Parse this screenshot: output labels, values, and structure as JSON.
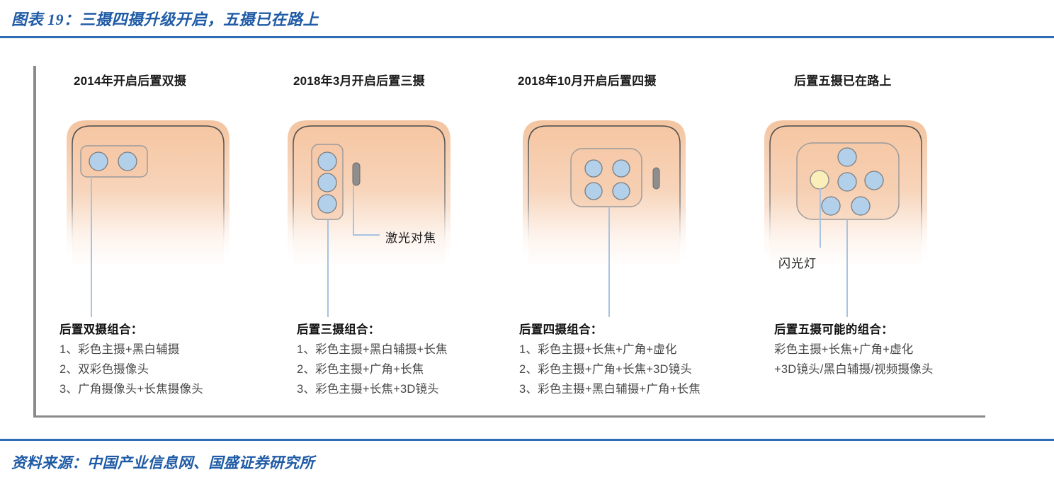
{
  "header": {
    "title": "图表 19：三摄四摄升级开启，五摄已在路上",
    "title_color": "#1F5BA6",
    "rule_color": "#2E6DB4"
  },
  "colors": {
    "phone_body_top": "#F6C9A8",
    "phone_outline": "#5B5B5B",
    "lens_blue": "#B3D0EA",
    "lens_outline": "#7A7A7A",
    "flash_yellow": "#FAEFB9",
    "leader_line": "#A8C2E0",
    "frame_gray": "#8A8A8A"
  },
  "columns": [
    {
      "heading": "2014年开启后置双摄",
      "module_layout": "horizontal-2",
      "lens_count": 2,
      "has_laser_sensor": false,
      "has_flash": false,
      "block": {
        "title": "后置双摄组合：",
        "lines": [
          "1、彩色主摄+黑白辅摄",
          "2、双彩色摄像头",
          "3、广角摄像头+长焦摄像头"
        ]
      }
    },
    {
      "heading": "2018年3月开启后置三摄",
      "module_layout": "vertical-3",
      "lens_count": 3,
      "has_laser_sensor": true,
      "has_flash": false,
      "callout": "激光对焦",
      "block": {
        "title": "后置三摄组合：",
        "lines": [
          "1、彩色主摄+黑白辅摄+长焦",
          "2、彩色主摄+广角+长焦",
          "3、彩色主摄+长焦+3D镜头"
        ]
      }
    },
    {
      "heading": "2018年10月开启后置四摄",
      "module_layout": "square-2x2",
      "lens_count": 4,
      "has_laser_sensor": true,
      "has_flash": false,
      "block": {
        "title": "后置四摄组合：",
        "lines": [
          "1、彩色主摄+长焦+广角+虚化",
          "2、彩色主摄+广角+长焦+3D镜头",
          "3、彩色主摄+黑白辅摄+广角+长焦"
        ]
      }
    },
    {
      "heading": "后置五摄已在路上",
      "module_layout": "quincunx-5",
      "lens_count": 5,
      "has_laser_sensor": false,
      "has_flash": true,
      "callout": "闪光灯",
      "block": {
        "title": "后置五摄可能的组合：",
        "lines": [
          "彩色主摄+长焦+广角+虚化",
          "+3D镜头/黑白辅摄/视频摄像头"
        ]
      }
    }
  ],
  "footer": {
    "source": "资料来源：中国产业信息网、国盛证券研究所"
  }
}
